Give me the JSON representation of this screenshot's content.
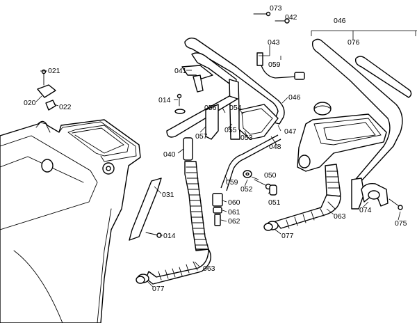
{
  "diagram": {
    "parts": {
      "p014a": "014",
      "p014b": "014",
      "p020": "020",
      "p021": "021",
      "p022": "022",
      "p031": "031",
      "p040": "040",
      "p041": "041",
      "p042": "042",
      "p043": "043",
      "p046a": "046",
      "p046b": "046",
      "p047": "047",
      "p048": "048",
      "p050": "050",
      "p051": "051",
      "p052": "052",
      "p053": "053",
      "p054": "054",
      "p055": "055",
      "p056": "056",
      "p057": "057",
      "p059a": "059",
      "p059b": "059",
      "p060": "060",
      "p061": "061",
      "p062": "062",
      "p063a": "063",
      "p063b": "063",
      "p073": "073",
      "p074": "074",
      "p075": "075",
      "p076": "076",
      "p077a": "077",
      "p077b": "077"
    }
  }
}
